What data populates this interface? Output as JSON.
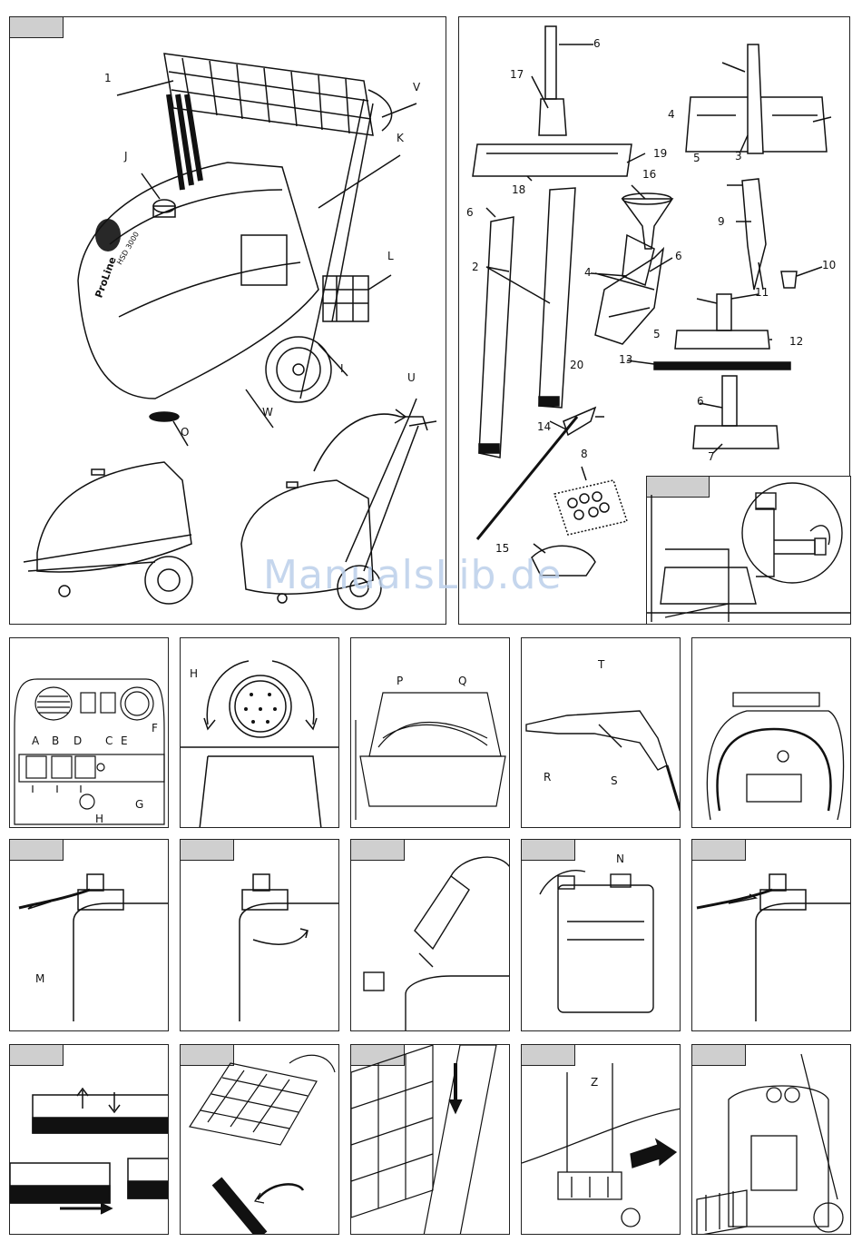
{
  "overview": {
    "callouts": [
      "1",
      "V",
      "K",
      "J",
      "L",
      "I",
      "W",
      "O",
      "U"
    ],
    "brand": "ProLine",
    "model": "HSD 3000"
  },
  "accessories": {
    "callouts": [
      "6",
      "17",
      "19",
      "18",
      "16",
      "6",
      "9",
      "10",
      "2",
      "4",
      "6",
      "5",
      "20",
      "11",
      "12",
      "13",
      "6",
      "14",
      "8",
      "15",
      "7",
      "3",
      "4",
      "5"
    ]
  },
  "control_panel": {
    "labels": [
      "A",
      "B",
      "C",
      "D",
      "E",
      "F",
      "G",
      "H"
    ]
  },
  "dial": {
    "label": "H"
  },
  "storage": {
    "labels": [
      "P",
      "Q"
    ]
  },
  "gun": {
    "labels": [
      "T",
      "R",
      "S"
    ]
  },
  "tank_steps": {
    "m_label": "M",
    "n_label": "N"
  },
  "basket": {
    "z_label": "Z"
  },
  "watermark": "ManualsLib.de"
}
